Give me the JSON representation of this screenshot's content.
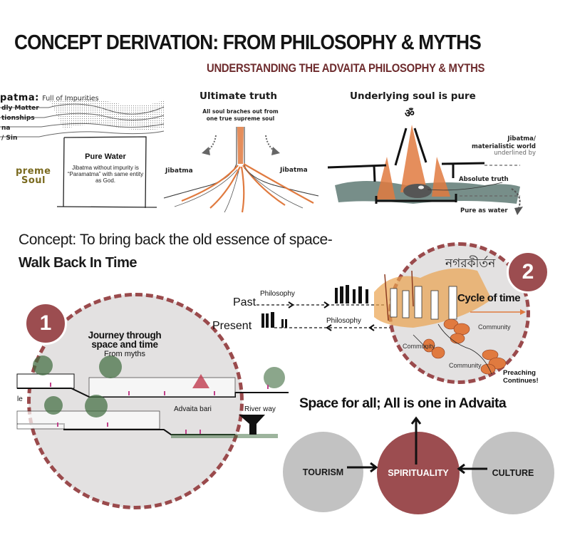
{
  "header": {
    "title": "CONCEPT DERIVATION: FROM PHILOSOPHY & MYTHS",
    "subtitle": "UNDERSTANDING THE ADVAITA PHILOSOPHY & MYTHS"
  },
  "colors": {
    "accent_maroon": "#9c4d50",
    "subtitle_maroon": "#6e2c2e",
    "circle_grey": "#c2c2c2",
    "circle_light": "#e3e1e1",
    "root_orange": "#e07a3f",
    "water_grey": "#5f7a74",
    "supreme_olive": "#7a6a1f"
  },
  "panel_impurities": {
    "heading_bold": "patma:",
    "heading_rest": "Full of Impurities",
    "layers": [
      "dly Matter",
      "tionships",
      "na",
      "/ Sin"
    ],
    "left_label_line1": "preme",
    "left_label_line2": "Soul",
    "box_title": "Pure Water",
    "box_text": "Jibatma without impurity is “Paramatma” with same entity as God."
  },
  "panel_truth": {
    "title": "Ultimate truth",
    "caption_line1": "All soul braches out from",
    "caption_line2": "one true supreme soul",
    "left_label": "Jibatma",
    "right_label": "Jibatma"
  },
  "panel_soul": {
    "title": "Underlying soul is pure",
    "om_symbol": "ॐ",
    "label_jibatma_line1": "Jibatma/",
    "label_jibatma_line2": "materialistic world",
    "label_underlined": "underlined by",
    "label_absolute": "Absolute truth",
    "label_water": "Pure as water"
  },
  "concept": {
    "line1": "Concept: To bring back the old essence of space-",
    "line2": "Walk Back In Time"
  },
  "timeline": {
    "past_label": "Past",
    "present_label": "Present",
    "past_arrow_label": "Philosophy",
    "present_arrow_label": "Philosophy"
  },
  "circle_one": {
    "badge": "1",
    "title_line1": "Journey through",
    "title_line2": "space and time",
    "subtitle": "From myths",
    "label_advaita": "Advaita bari",
    "label_river": "River way",
    "label_edge": "le"
  },
  "circle_two": {
    "badge": "2",
    "bengali_title": "নগরকীর্তন",
    "cycle_label": "Cycle of time",
    "community_labels": [
      "Community",
      "Community",
      "Community"
    ],
    "preaching_line1": "Preaching",
    "preaching_line2": "Continues!"
  },
  "synthesis": {
    "heading": "Space for all; All is one in Advaita",
    "nodes": [
      {
        "label": "TOURISM",
        "color": "#c2c2c2"
      },
      {
        "label": "SPIRITUALITY",
        "color": "#9c4d50"
      },
      {
        "label": "CULTURE",
        "color": "#c2c2c2"
      }
    ]
  }
}
